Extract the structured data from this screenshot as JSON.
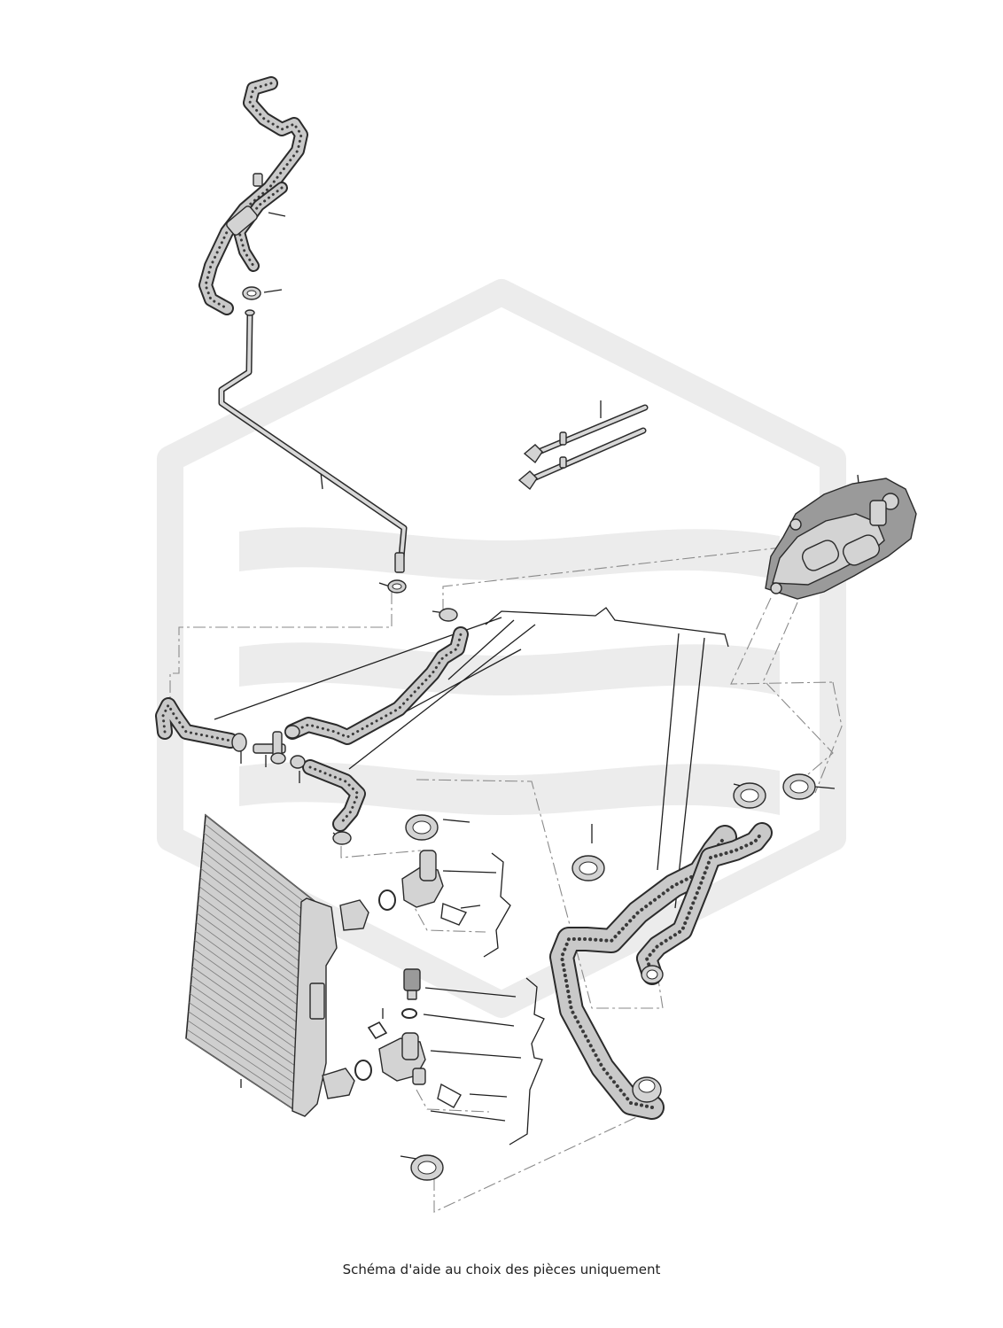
{
  "caption": "Schéma d'aide au choix des pièces uniquement",
  "colors": {
    "watermark": "#ececec",
    "hose_fill": "#c9c9c9",
    "outline": "#2b2b2b",
    "leader": "#1f1f1f",
    "phantom_line": "#8a8a8a"
  },
  "parts": [
    {
      "name": "upper-vent-hose",
      "kind": "hose"
    },
    {
      "name": "vent-hose-clamp",
      "kind": "clamp"
    },
    {
      "name": "metal-vent-pipe",
      "kind": "pipe"
    },
    {
      "name": "pipe-end-clamp",
      "kind": "clamp"
    },
    {
      "name": "fuel-lines-pair",
      "kind": "pipe"
    },
    {
      "name": "thermostat-housing",
      "kind": "housing"
    },
    {
      "name": "lower-left-hose",
      "kind": "hose"
    },
    {
      "name": "coolant-t-connector",
      "kind": "connector"
    },
    {
      "name": "s-bend-hose",
      "kind": "hose"
    },
    {
      "name": "small-elbow-hose",
      "kind": "hose"
    },
    {
      "name": "radiator",
      "kind": "radiator"
    },
    {
      "name": "upper-elbow-flange",
      "kind": "flange"
    },
    {
      "name": "lower-elbow-flange",
      "kind": "flange"
    },
    {
      "name": "temperature-sensor",
      "kind": "sensor"
    },
    {
      "name": "large-hose-clamp",
      "kind": "clamp"
    },
    {
      "name": "main-radiator-hose",
      "kind": "hose"
    },
    {
      "name": "crossover-hose",
      "kind": "hose"
    }
  ]
}
